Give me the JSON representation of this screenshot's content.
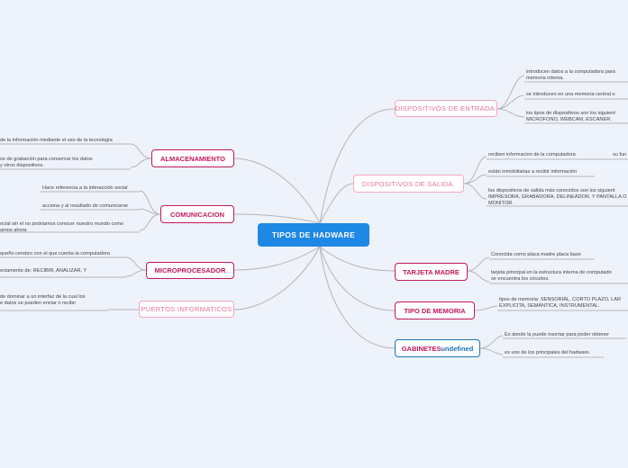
{
  "center": "TIPOS DE HADWARE",
  "left": {
    "almacenamiento": {
      "title": "ALMACENAMIENTO",
      "items": [
        "de la información mediante el uso de la tecnología",
        "os de grabación para conservar los datos",
        "y otros dispositivos."
      ]
    },
    "comunicacion": {
      "title": "COMUNICACION",
      "items": [
        "Hace referencia a la interacción social",
        "acciona y al resultado de comunicarse",
        "ocial sin el no podriamos conocer nuestro mundo como",
        "amos ahora"
      ]
    },
    "microprocesador": {
      "title": "MICROPROCESADOR",
      "items": [
        "queño cerebro con el que cuenta la computadora",
        "eciamente de: RECIBIR, ANALIZAR, Y"
      ]
    },
    "puertos": {
      "title": "PUERTOS INFORMATICOS",
      "items": [
        "de dominar a un interfaz de la cual los",
        "e datos se pueden enviar o recibir"
      ]
    }
  },
  "right": {
    "entrada": {
      "title": "DISPOSITIVOS DE ENTRADA.",
      "items": [
        "introducen datos a la computadora para",
        "memoria interna.",
        "se introducen en una memoria central o",
        "los tipos de dispositivos son los siguient",
        "MICROFONO, WEBCAM, ESCANER."
      ]
    },
    "salida": {
      "title": "DISPOSITIVOS DE SALIDA.",
      "items": [
        "reciben informacion de la computadora",
        "su fun",
        "están inmobiliarias a recibir información",
        "los dispositivos de salida más conocidos son los siguient",
        "IMPRESORA, GRABADORA, DELINEADOR, Y PANTALLA O",
        "MONITOR."
      ]
    },
    "tarjeta": {
      "title": "TARJETA MADRE",
      "items": [
        "Conocida como placa madre placa base",
        "tarjeta principal en la estructura interna de computado",
        "se encuentra los circuitos."
      ]
    },
    "memoria": {
      "title": "TIPO DE MEMORIA",
      "items": [
        "tipos de memoria: SENSORIAL, CORTO PLAZO, LAR",
        "EXPLICITA, SEMÁNTICA, INSTRUMENTAL."
      ]
    },
    "gabinetes": {
      "title_a": "GABINETES",
      "title_b": "undefined",
      "items": [
        "Es donde la puede insertar para poder obtener",
        "es uno de los principales del hadware."
      ]
    }
  }
}
